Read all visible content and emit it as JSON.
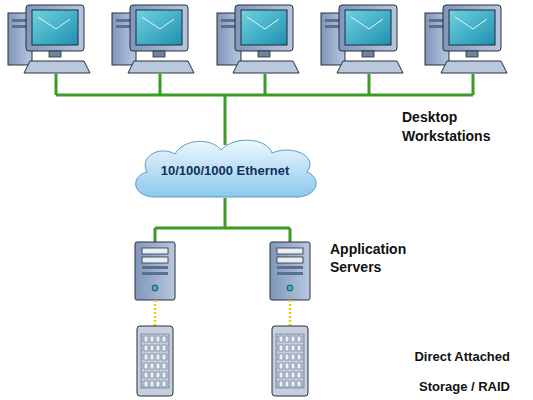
{
  "diagram": {
    "nodes": [
      {
        "text": [
          "10/100/1000 Ethernet"
        ]
      }
    ],
    "labels": [
      "Desktop Workstations",
      "Application Servers",
      "Direct Attached Storage / RAID"
    ]
  }
}
